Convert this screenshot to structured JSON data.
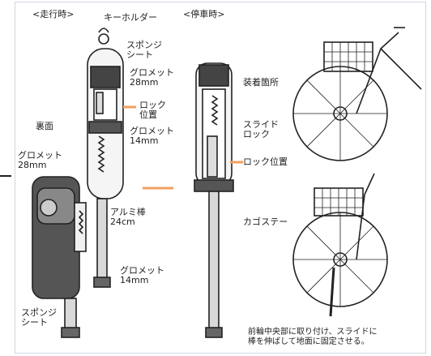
{
  "labels": {
    "mode_riding": "<走行時>",
    "key_holder": "キーホルダー",
    "mode_parked": "<停車時>",
    "sponge_sheet_top": "スポンジ\nシート",
    "grommet_28_top": "グロメット\n28mm",
    "lock_position_left": "ロック\n位置",
    "back_side": "裏面",
    "grommet_14_mid": "グロメット\n14mm",
    "grommet_28_left": "グロメット\n28mm",
    "aluminum_rod": "アルミ棒\n24cm",
    "grommet_14_bottom": "グロメット\n14mm",
    "sponge_sheet_bottom": "スポンジ\nシート",
    "slide_lock": "スライド\nロック",
    "lock_position_right": "ロック位置",
    "mount_point": "装着箇所",
    "basket_stay": "カゴステー",
    "instruction": "前輪中央部に取り付け、スライドに\n棒を伸ばして地面に固定させる。"
  },
  "colors": {
    "line": "#222222",
    "rod_fill": "#d9d9d9",
    "grommet_dark": "#444444",
    "arrow_orange": "#f0a060",
    "frame": "#cfd8e4"
  }
}
